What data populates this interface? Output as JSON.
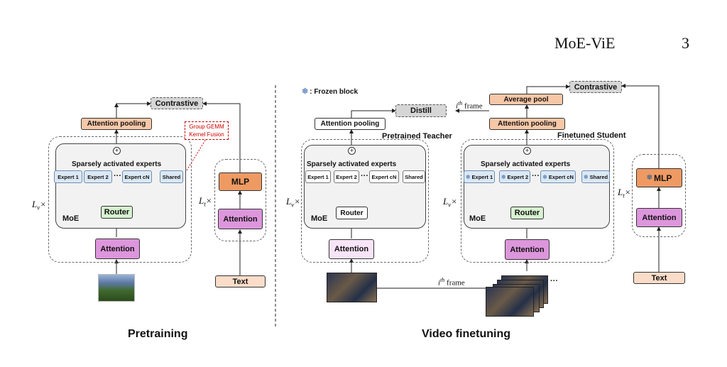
{
  "header": {
    "title": "MoE-ViE",
    "page_number": "3"
  },
  "legend": {
    "icon": "snowflake-icon",
    "frozen_label": ": Frozen block"
  },
  "pretraining": {
    "caption": "Pretraining",
    "contrastive": "Contrastive",
    "attention_pooling": "Attention pooling",
    "note_line1": "Group GEMM",
    "note_line2": "Kernel Fusion",
    "experts_title": "Sparsely activated experts",
    "experts": [
      "Expert 1",
      "Expert 2",
      "Expert cN",
      "Shared"
    ],
    "dots": "···",
    "router": "Router",
    "moe": "MoE",
    "attention": "Attention",
    "vision_mult_base": "L",
    "vision_mult_sub": "v",
    "text_mult_base": "L",
    "text_mult_sub": "t",
    "mult_symbol": "×",
    "mlp": "MLP",
    "text_attention": "Attention",
    "text_input": "Text"
  },
  "finetuning": {
    "caption": "Video finetuning",
    "distill": "Distill",
    "frame_label_sup": "th",
    "frame_label_base": "i",
    "frame_word": " frame",
    "teacher": {
      "title": "Pretrained Teacher",
      "attention_pooling": "Attention pooling",
      "experts_title": "Sparsely activated experts",
      "experts": [
        "Expert 1",
        "Expert 2",
        "Expert cN",
        "Shared"
      ],
      "router": "Router",
      "moe": "MoE",
      "attention": "Attention"
    },
    "student": {
      "title": "Finetuned Student",
      "average_pool": "Average pool",
      "attention_pooling": "Attention pooling",
      "experts_title": "Sparsely activated experts",
      "experts": [
        "Expert 1",
        "Expert 2",
        "Expert cN",
        "Shared"
      ],
      "router": "Router",
      "moe": "MoE",
      "attention": "Attention"
    },
    "contrastive": "Contrastive",
    "mlp": "MLP",
    "text_attention": "Attention",
    "text_input": "Text",
    "ellipsis": "···"
  },
  "colors": {
    "orange": "#f7c8a8",
    "expert_blue": "#dbe8f4",
    "router_green": "#d7f2d0",
    "attention_purple": "#dd96dc",
    "mlp_orange": "#ef9a63",
    "note_red": "#cc0000"
  }
}
